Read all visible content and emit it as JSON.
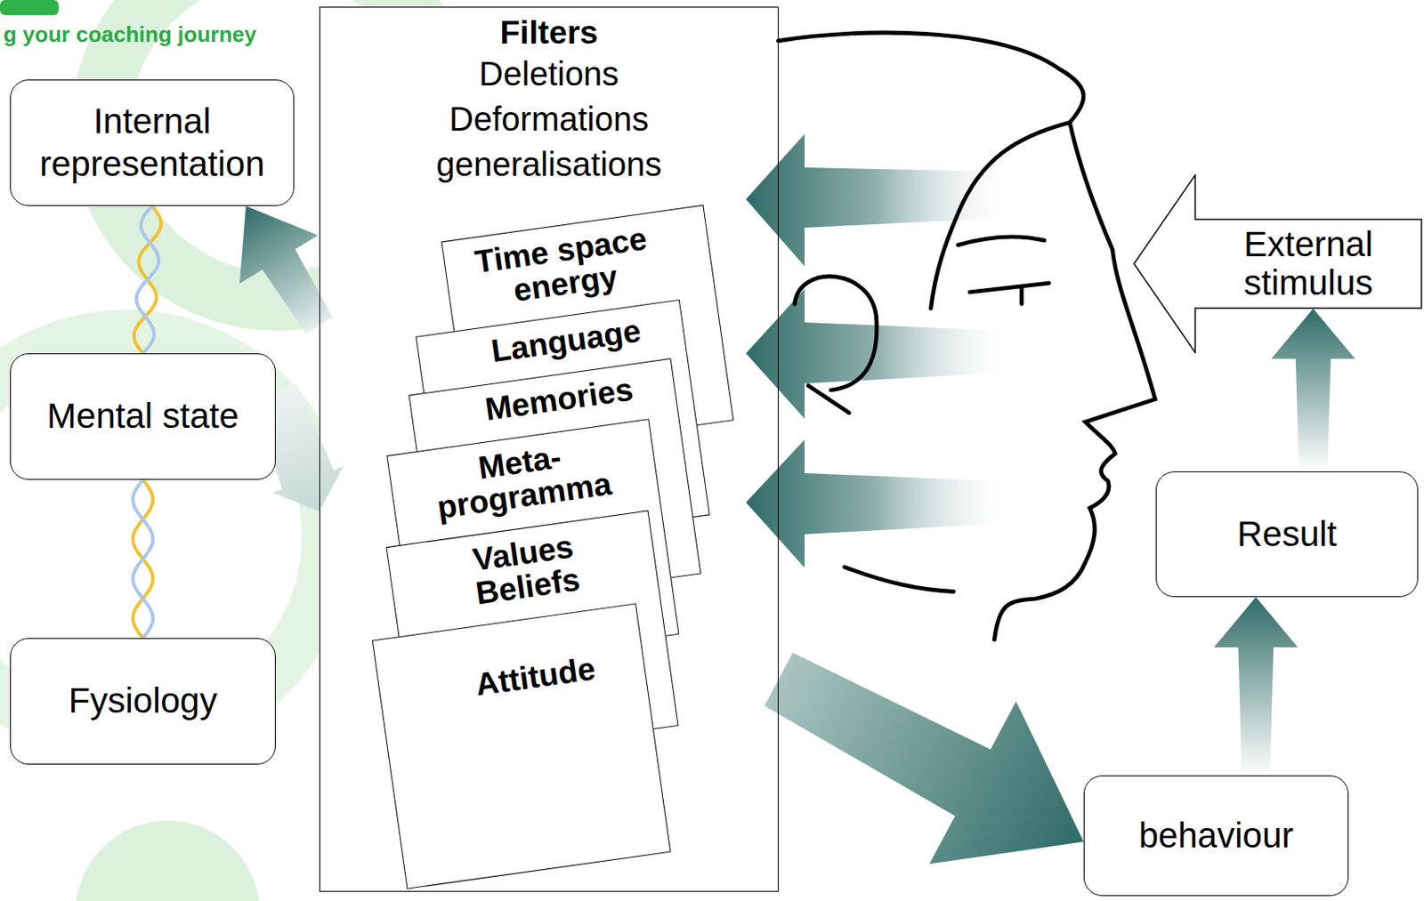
{
  "diagram": {
    "nodes": [
      {
        "text": [
          "Internal representation"
        ]
      },
      {
        "text": [
          "Mental state"
        ]
      },
      {
        "text": [
          "Fysiology"
        ]
      },
      {
        "text": [
          "Filters",
          "Deletions Deformations generalisations"
        ]
      },
      {
        "text": [
          "Time space energy"
        ],
        "in": 3
      },
      {
        "text": [
          "Language"
        ],
        "in": 3
      },
      {
        "text": [
          "Memories"
        ],
        "in": 3
      },
      {
        "text": [
          "Meta- programma"
        ],
        "in": 3
      },
      {
        "text": [
          "Values Beliefs"
        ],
        "in": 3
      },
      {
        "text": [
          "Attitude"
        ],
        "in": 3
      },
      {
        "text": [
          "External stimulus"
        ]
      },
      {
        "text": [
          "Result"
        ]
      },
      {
        "text": [
          "behaviour"
        ]
      }
    ],
    "edges": [
      {
        "from": 3,
        "to": 0,
        "arrow": "to"
      },
      {
        "from": 1,
        "to": 3,
        "arrow": "to"
      },
      {
        "from": 3,
        "to": 12,
        "arrow": "to"
      },
      {
        "from": 12,
        "to": 11,
        "arrow": "to"
      },
      {
        "from": 11,
        "to": 10,
        "arrow": "to"
      },
      {
        "from": 0,
        "to": 1,
        "arrow": "none"
      },
      {
        "from": 1,
        "to": 2,
        "arrow": "none"
      }
    ],
    "labels": [
      "g your coaching journey"
    ]
  }
}
